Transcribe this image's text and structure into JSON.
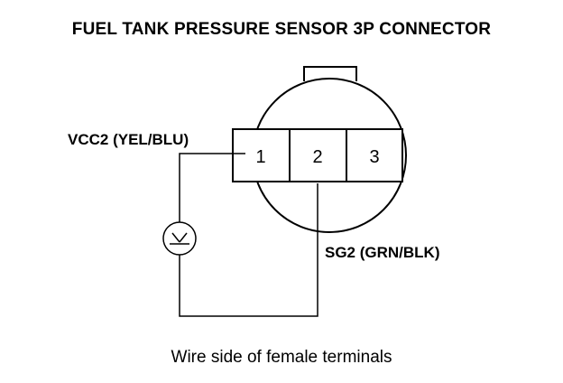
{
  "title": "FUEL TANK PRESSURE SENSOR 3P CONNECTOR",
  "connector": {
    "pins": [
      {
        "number": "1"
      },
      {
        "number": "2"
      },
      {
        "number": "3"
      }
    ]
  },
  "wires": {
    "vcc2_label": "VCC2 (YEL/BLU)",
    "sg2_label": "SG2 (GRN/BLK)"
  },
  "meter_symbol": "voltmeter-icon",
  "caption": "Wire side of female terminals"
}
